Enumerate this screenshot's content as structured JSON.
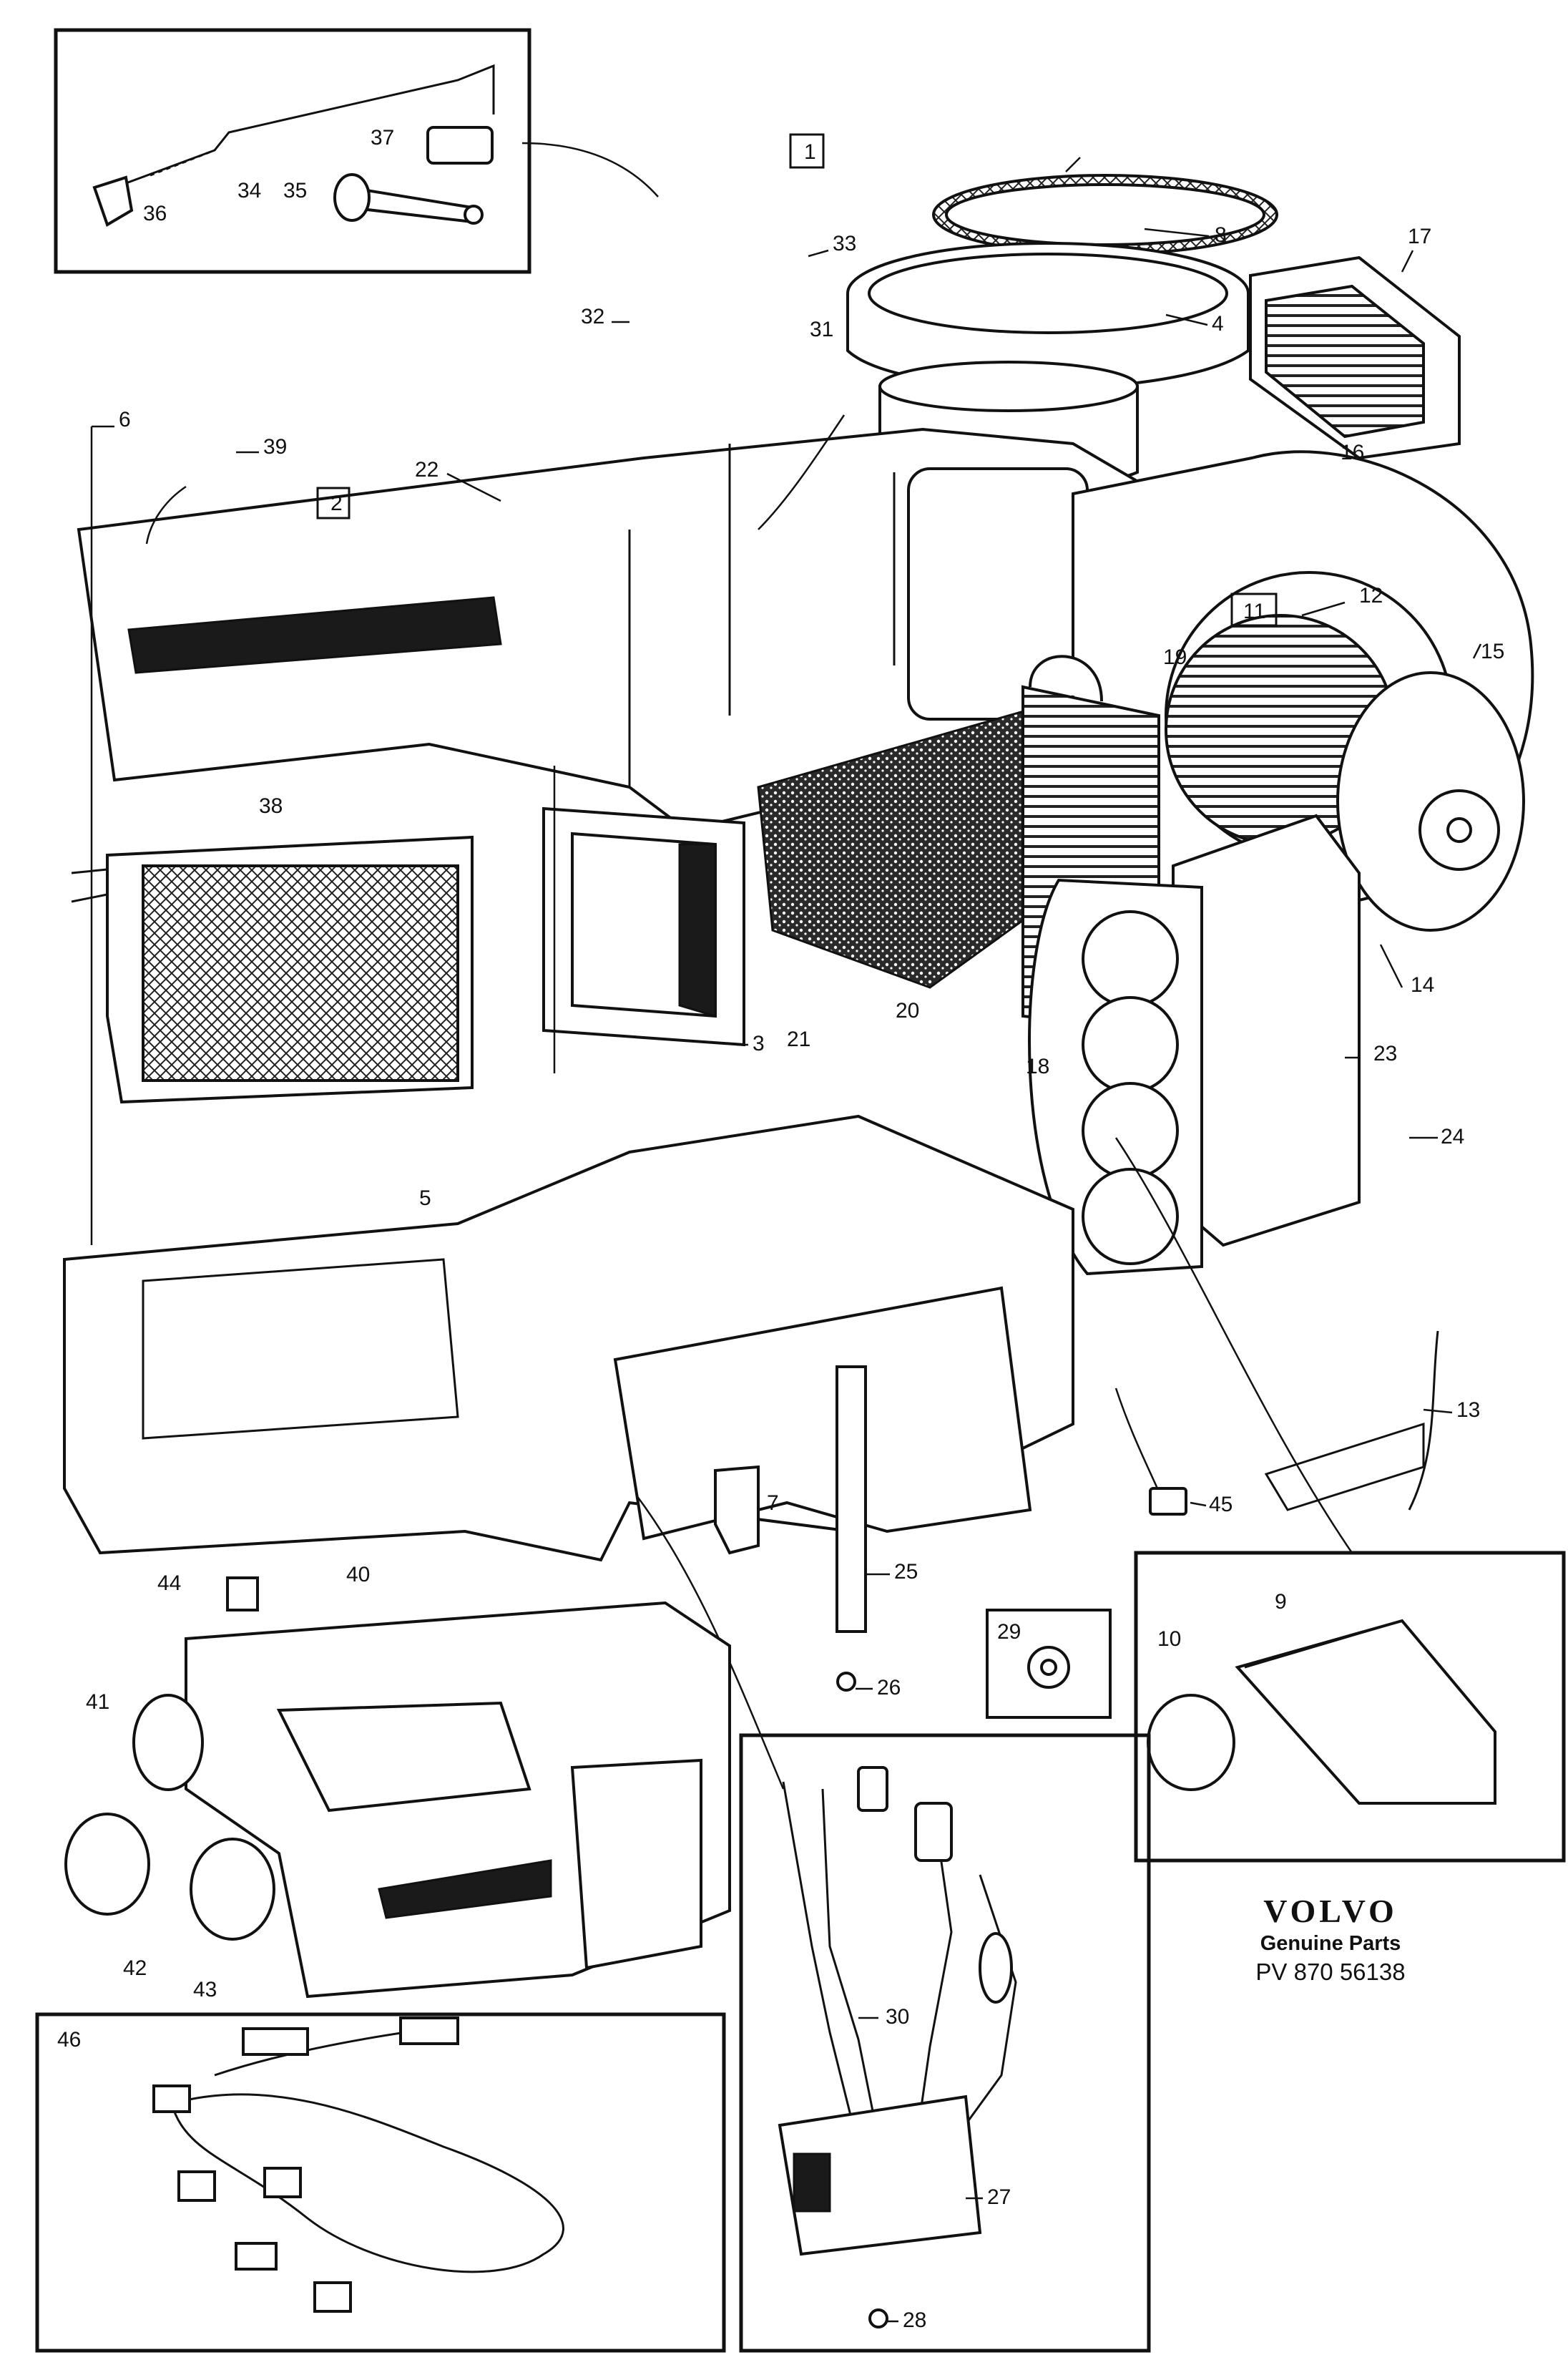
{
  "diagram": {
    "callouts": [
      "1",
      "2",
      "3",
      "4",
      "5",
      "6",
      "7",
      "8",
      "9",
      "10",
      "11",
      "12",
      "13",
      "14",
      "15",
      "16",
      "17",
      "18",
      "19",
      "20",
      "21",
      "22",
      "23",
      "24",
      "25",
      "26",
      "27",
      "28",
      "29",
      "30",
      "31",
      "32",
      "33",
      "34",
      "35",
      "36",
      "37",
      "38",
      "39",
      "40",
      "41",
      "42",
      "43",
      "44",
      "45",
      "46"
    ],
    "boxed_callouts": [
      "1",
      "2",
      "11"
    ],
    "detail_panels": [
      "34-37",
      "9-10",
      "29",
      "27-30",
      "46"
    ]
  },
  "branding": {
    "logo": "VOLVO",
    "subtitle": "Genuine Parts",
    "code": "PV 870 56138"
  }
}
